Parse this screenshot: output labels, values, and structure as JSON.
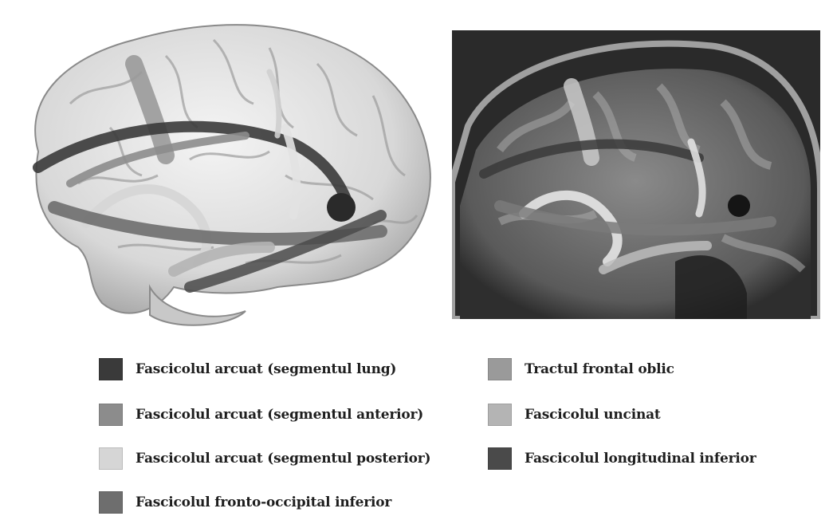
{
  "figure": {
    "panels": [
      {
        "name": "brain-3d-surface-tractography"
      },
      {
        "name": "mri-sagittal-tractography"
      }
    ]
  },
  "legend": {
    "items": [
      {
        "label": "Fascicolul arcuat (segmentul lung)",
        "color": "#3a3a3a"
      },
      {
        "label": "Fascicolul arcuat (segmentul anterior)",
        "color": "#8c8c8c"
      },
      {
        "label": "Fascicolul arcuat (segmentul posterior)",
        "color": "#d6d6d6"
      },
      {
        "label": "Fascicolul fronto-occipital inferior",
        "color": "#6e6e6e"
      },
      {
        "label": "Tractul frontal oblic",
        "color": "#9a9a9a"
      },
      {
        "label": "Fascicolul uncinat",
        "color": "#b4b4b4"
      },
      {
        "label": "Fascicolul longitudinal inferior",
        "color": "#4a4a4a"
      }
    ]
  }
}
